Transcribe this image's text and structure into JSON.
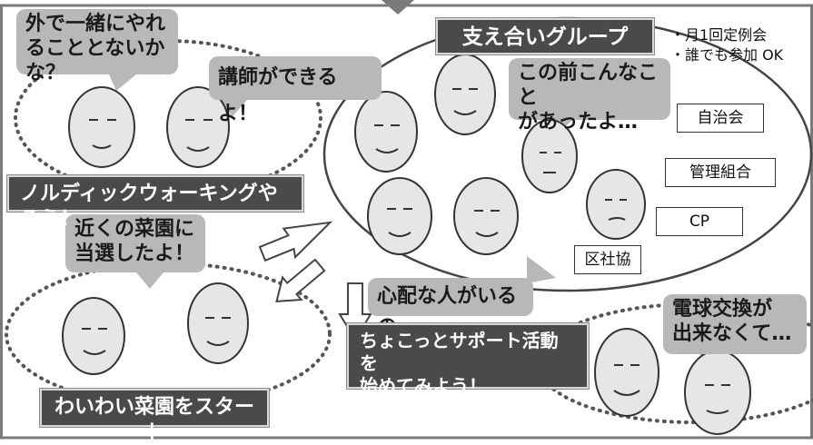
{
  "bubbles": {
    "outside_together": "外で一緒にやれ\nることとないかな？",
    "instructor": "講師ができるよ！",
    "this_happened": "この前こんなこと\nがあったよ…",
    "garden_won": "近くの菜園に\n当選したよ！",
    "worried_person": "心配な人がいるの…",
    "lightbulb": "電球交換が\n出来なくて…"
  },
  "banners": {
    "support_group": "支え合いグループ",
    "nordic_walking": "ノルディックウォーキングやろう！",
    "start_garden": "わいわい菜園をスタート",
    "small_support": "ちょこっとサポート活動を\n始めてみよう！"
  },
  "group_notes": [
    "・月1回定例会",
    "・誰でも参加 OK"
  ],
  "org_boxes": [
    "自治会",
    "管理組合",
    "CP",
    "区社協"
  ],
  "colors": {
    "bubble": "#b8b8b8",
    "banner": "#4a4a4a",
    "line": "#444444",
    "frame": "#7a7a7a"
  }
}
